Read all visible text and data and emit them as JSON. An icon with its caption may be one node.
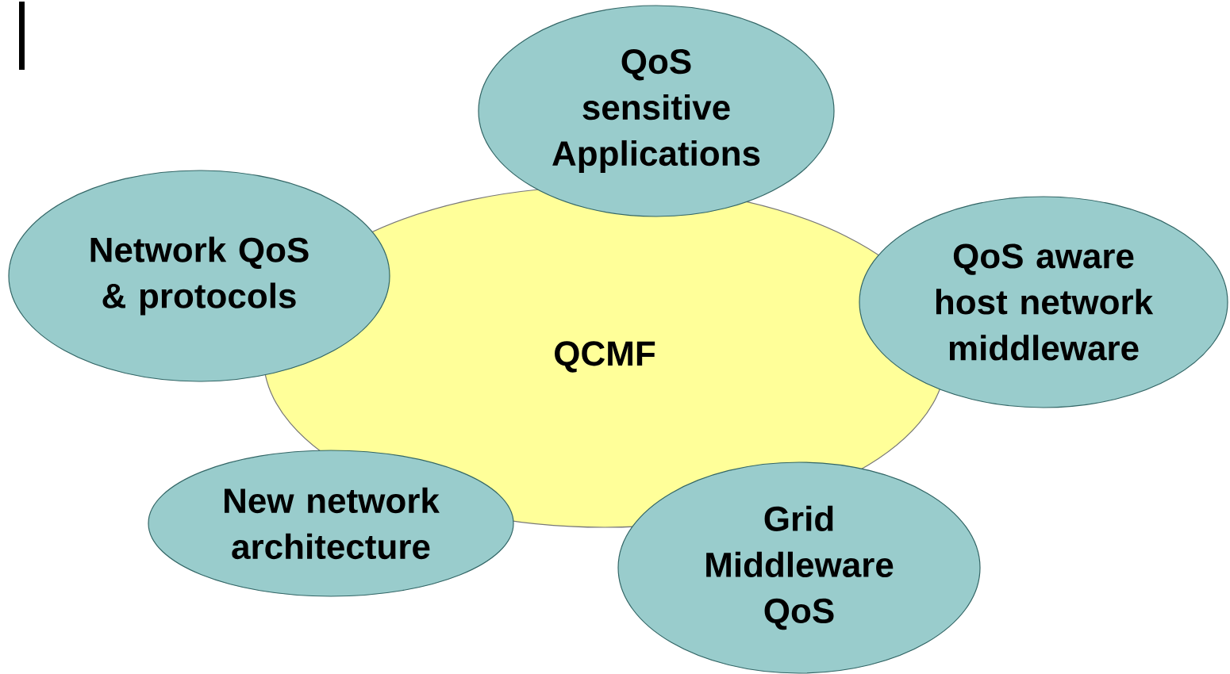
{
  "diagram": {
    "nodes": [
      {
        "text": [
          "QCMF"
        ]
      },
      {
        "text": [
          "QoS sensitive Applications"
        ]
      },
      {
        "text": [
          "Network QoS & protocols"
        ]
      },
      {
        "text": [
          "QoS aware host network middleware"
        ]
      },
      {
        "text": [
          "New network architecture"
        ]
      },
      {
        "text": [
          "Grid Middleware QoS"
        ]
      }
    ]
  }
}
